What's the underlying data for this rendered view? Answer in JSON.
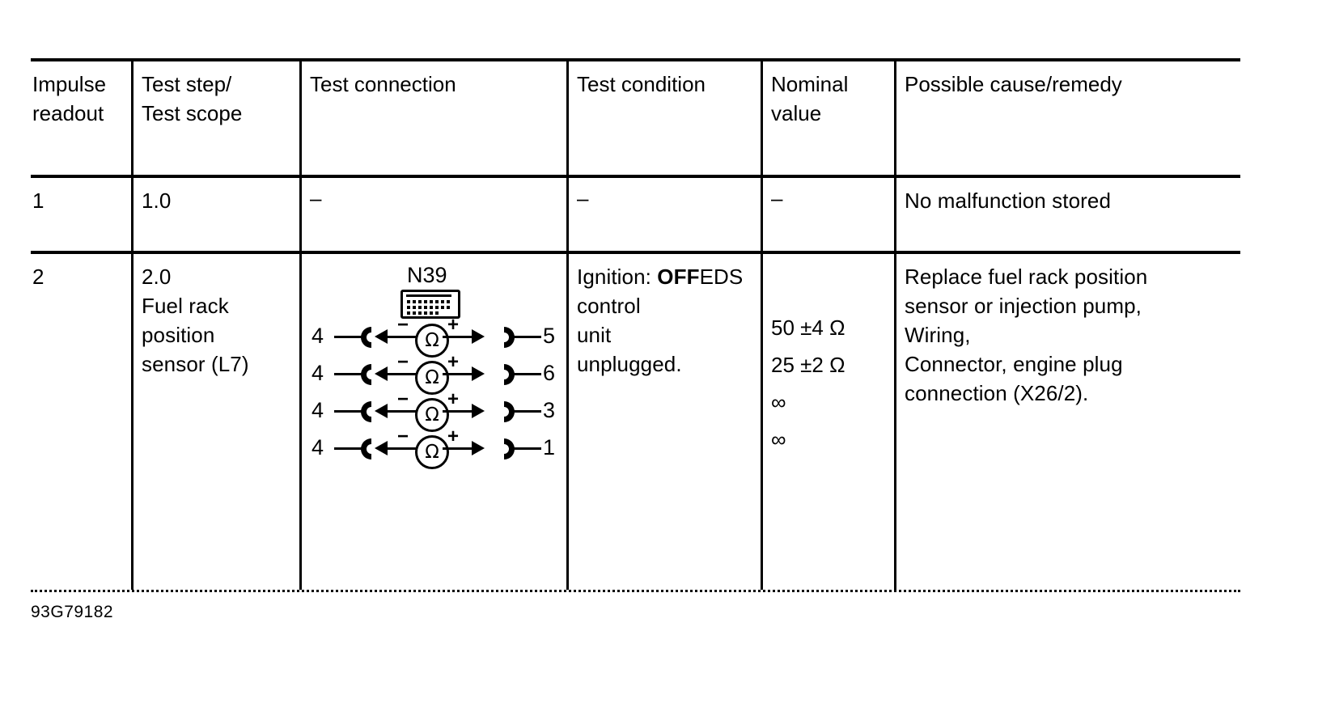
{
  "document": {
    "figure_id": "93G79182"
  },
  "table": {
    "headers": [
      {
        "label": "Impulse\nreadout"
      },
      {
        "label": "Test step/\nTest scope"
      },
      {
        "label": "Test connection"
      },
      {
        "label": "Test condition"
      },
      {
        "label": "Nominal\nvalue"
      },
      {
        "label": "Possible cause/remedy"
      }
    ],
    "rows": [
      {
        "impulse_readout": "1",
        "test_step": "1.0",
        "test_connection": "–",
        "test_condition": "–",
        "nominal_value": "–",
        "possible_cause": "No malfunction stored"
      },
      {
        "impulse_readout": "2",
        "test_step": "2.0\nFuel rack\nposition\nsensor (L7)",
        "test_condition_prefix": "Ignition: ",
        "test_condition_bold": "OFF",
        "test_condition_rest": "EDS control\nunit\nunplugged.",
        "nominal_values": [
          "50  ±4 Ω",
          "25  ±2 Ω",
          "∞",
          "∞"
        ],
        "possible_cause": "Replace fuel rack position\nsensor or injection pump,\nWiring,\nConnector, engine plug\nconnection (X26/2).",
        "diagram": {
          "connector_label": "N39",
          "connector_icon": "connector-block-icon",
          "meter_symbol": "Ω",
          "meter_minus": "−",
          "meter_plus": "+",
          "measurements": [
            {
              "from_pin": "4",
              "to_pin": "5"
            },
            {
              "from_pin": "4",
              "to_pin": "6"
            },
            {
              "from_pin": "4",
              "to_pin": "3"
            },
            {
              "from_pin": "4",
              "to_pin": "1"
            }
          ]
        }
      }
    ]
  },
  "colors": {
    "ink": "#000000",
    "paper": "#ffffff"
  }
}
